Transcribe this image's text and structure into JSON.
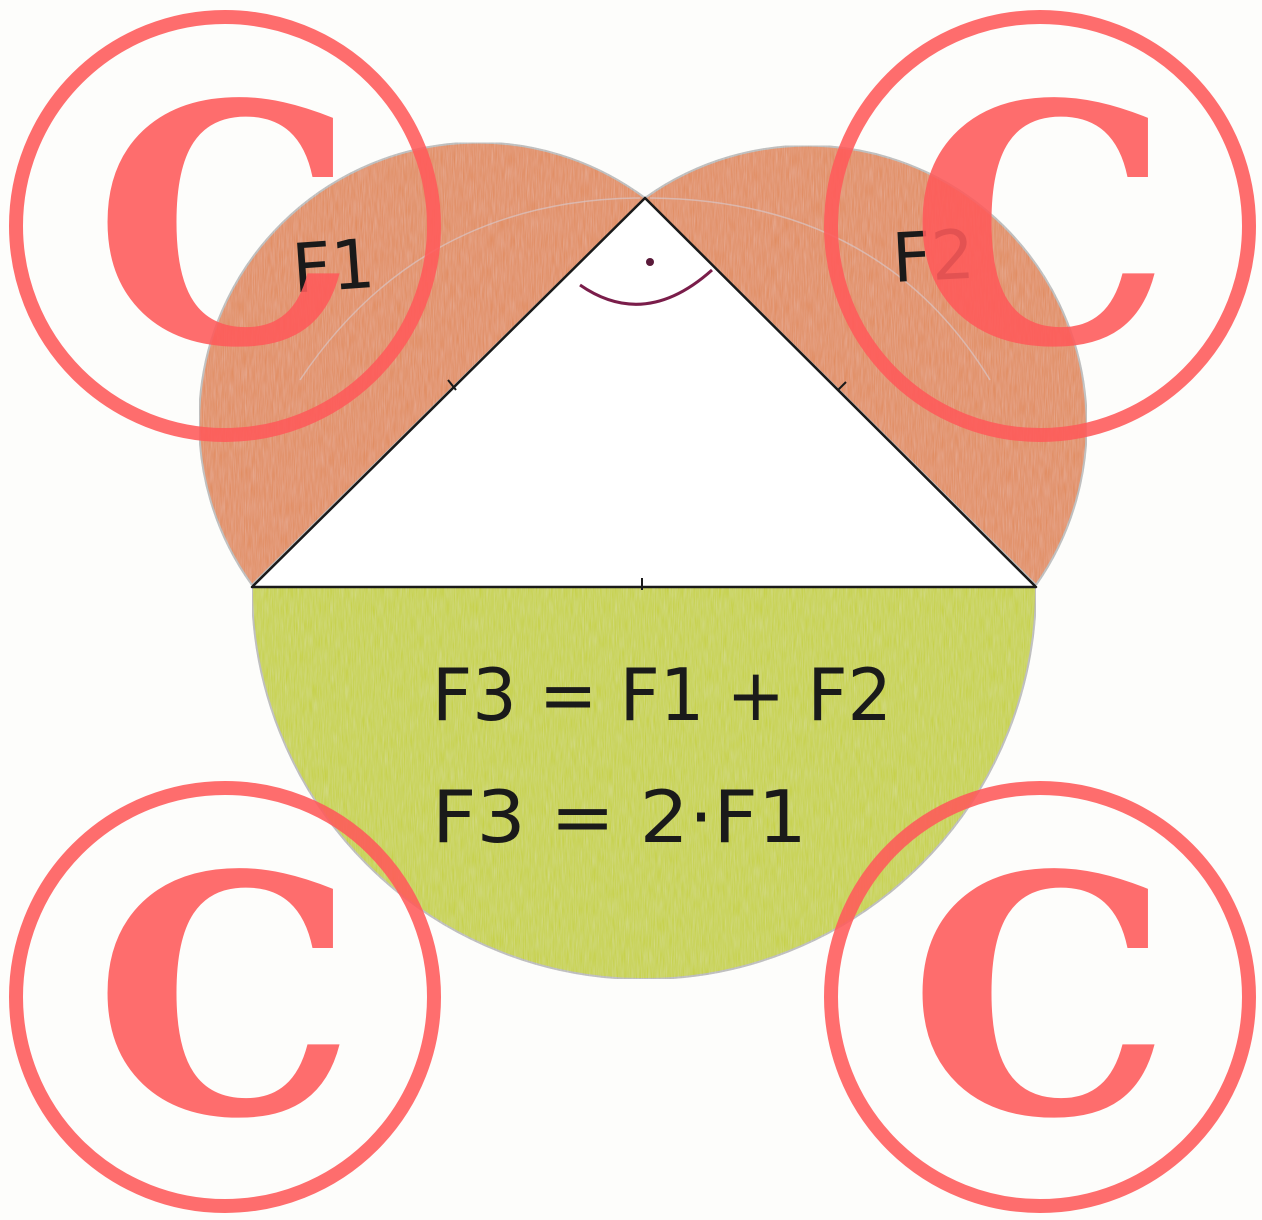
{
  "labels": {
    "f1": "F1",
    "f2": "F2",
    "formula_1": "F3 = F1 + F2",
    "formula_2": "F3 = 2·F1"
  },
  "right_angle_marker": "right-angle-dot",
  "watermark": {
    "glyph": "C",
    "count": 4,
    "color": "#ff5a5a"
  },
  "colors": {
    "f1_fill": "#e0895a",
    "f2_fill": "#e0895a",
    "f3_fill": "#c5d03c",
    "outline": "#b8b8b8",
    "triangle_stroke": "#1a1a1a",
    "arc_marker": "#7a1d4a"
  }
}
